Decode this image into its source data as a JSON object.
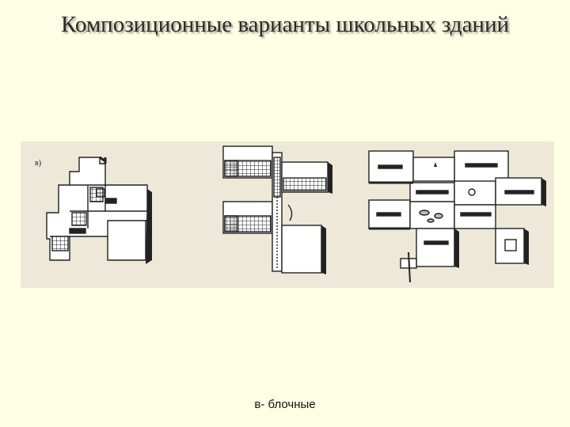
{
  "slide": {
    "title": "Композиционные варианты школьных зданий",
    "figure_label": "в)",
    "caption": "в- блочные"
  }
}
